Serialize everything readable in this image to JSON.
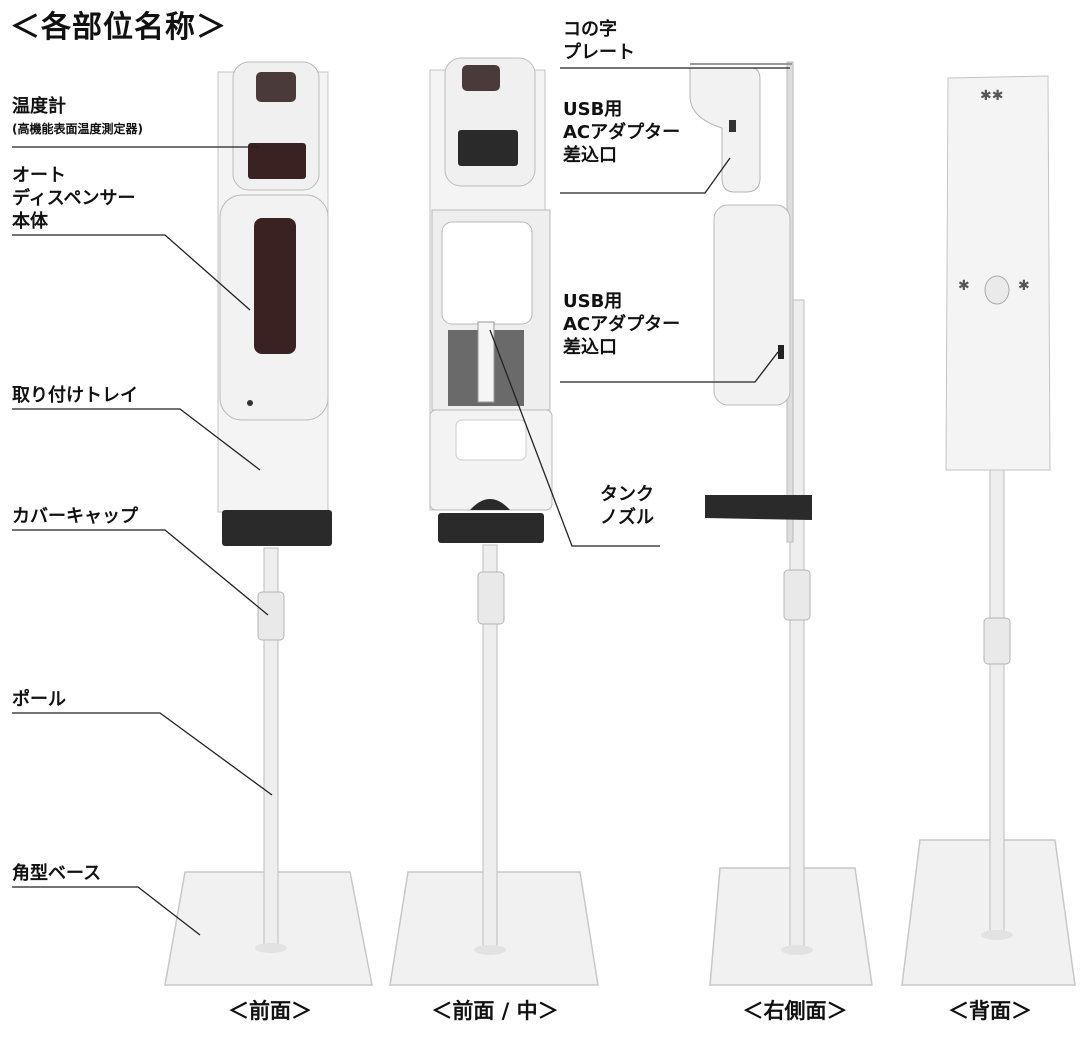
{
  "title": "＜各部位名称＞",
  "labels": {
    "thermometer": "温度計",
    "thermometer_sub": "(高機能表面温度測定器)",
    "dispenser": "オート\nディスペンサー\n本体",
    "tray": "取り付けトレイ",
    "cover_cap": "カバーキャップ",
    "pole": "ポール",
    "base": "角型ベース",
    "plate": "コの字\nプレート",
    "usb_top": "USB用\nACアダプター\n差込口",
    "usb_mid": "USB用\nACアダプター\n差込口",
    "tank_nozzle": "タンク\nノズル"
  },
  "captions": {
    "front": "＜前面＞",
    "front_inside": "＜前面 / 中＞",
    "right_side": "＜右側面＞",
    "back": "＜背面＞"
  },
  "colors": {
    "body": "#f2f2f2",
    "outline": "#bdbdbd",
    "dark": "#2a2a2a",
    "window": "#3a2222"
  }
}
